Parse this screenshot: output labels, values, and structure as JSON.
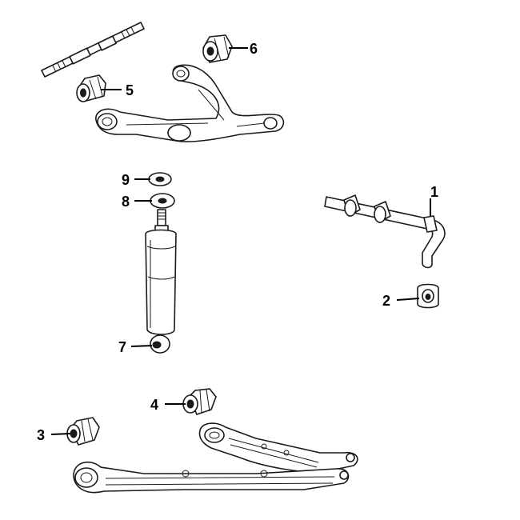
{
  "diagram": {
    "callouts": [
      {
        "id": "1",
        "label": "1",
        "part": "stabilizer-bar"
      },
      {
        "id": "2",
        "label": "2",
        "part": "stabilizer-bar-bushing"
      },
      {
        "id": "3",
        "label": "3",
        "part": "lower-arm-bushing-front"
      },
      {
        "id": "4",
        "label": "4",
        "part": "lower-arm-bushing-rear"
      },
      {
        "id": "5",
        "label": "5",
        "part": "upper-arm-bushing-front"
      },
      {
        "id": "6",
        "label": "6",
        "part": "upper-arm-bushing-rear"
      },
      {
        "id": "7",
        "label": "7",
        "part": "shock-absorber-lower-bushing"
      },
      {
        "id": "8",
        "label": "8",
        "part": "shock-absorber-upper-bushing-lower"
      },
      {
        "id": "9",
        "label": "9",
        "part": "shock-absorber-upper-bushing-upper"
      }
    ]
  }
}
